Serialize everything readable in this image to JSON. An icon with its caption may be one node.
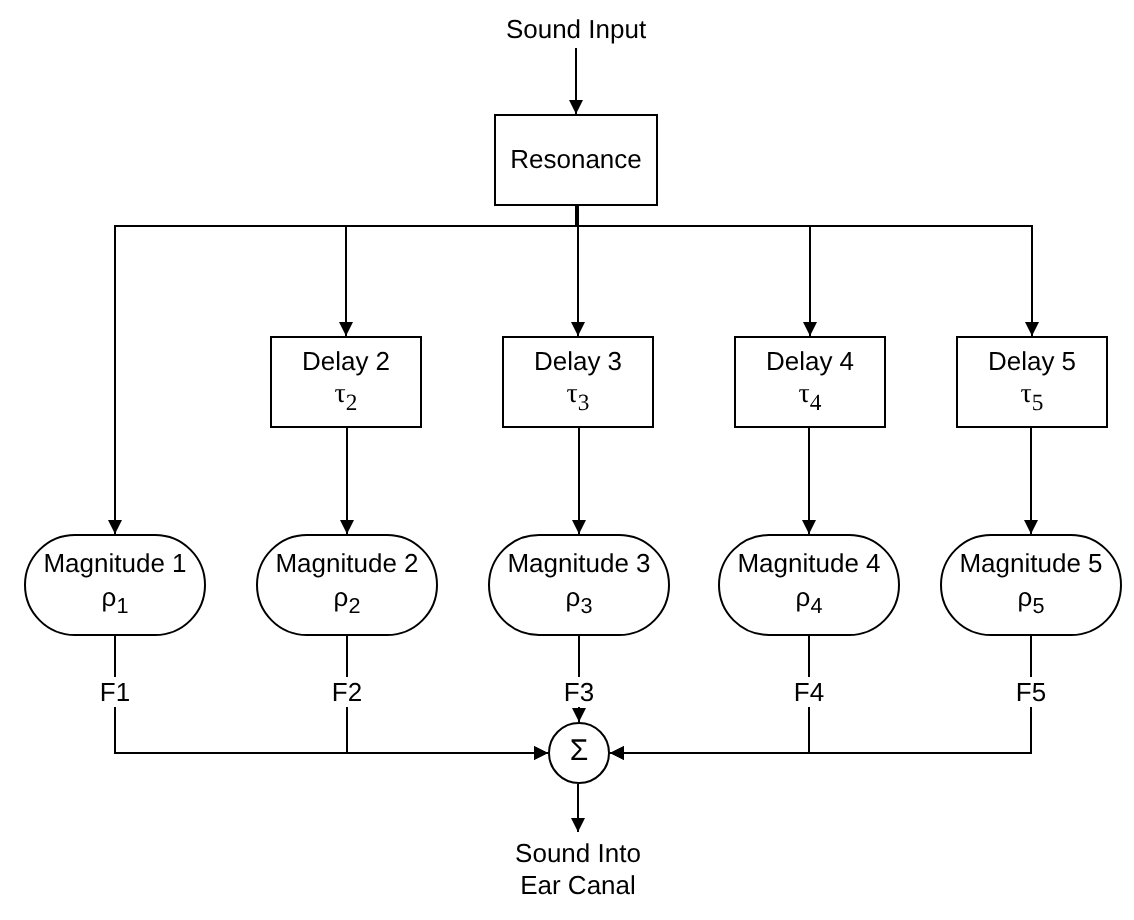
{
  "diagram": {
    "nodes": [
      {
        "text": [
          "Sound Input"
        ]
      },
      {
        "text": [
          "Resonance"
        ]
      },
      {
        "text": [
          "Delay 2",
          "τ$_{2}$"
        ]
      },
      {
        "text": [
          "Delay 3",
          "τ$_{3}$"
        ]
      },
      {
        "text": [
          "Delay 4",
          "τ$_{4}$"
        ]
      },
      {
        "text": [
          "Delay 5",
          "τ$_{5}$"
        ]
      },
      {
        "text": [
          "Magnitude 1",
          "ρ$_{1}$"
        ]
      },
      {
        "text": [
          "Magnitude 2",
          "ρ$_{2}$"
        ]
      },
      {
        "text": [
          "Magnitude 3",
          "ρ$_{3}$"
        ]
      },
      {
        "text": [
          "Magnitude 4",
          "ρ$_{4}$"
        ]
      },
      {
        "text": [
          "Magnitude 5",
          "ρ$_{5}$"
        ]
      },
      {
        "text": [
          "Σ"
        ]
      },
      {
        "text": [
          "Sound Into Ear Canal"
        ]
      }
    ],
    "edges": [
      {
        "from": 0,
        "to": 1,
        "arrow": "to"
      },
      {
        "from": 1,
        "to": 6,
        "arrow": "to"
      },
      {
        "from": 1,
        "to": 2,
        "arrow": "to"
      },
      {
        "from": 1,
        "to": 3,
        "arrow": "to"
      },
      {
        "from": 1,
        "to": 4,
        "arrow": "to"
      },
      {
        "from": 1,
        "to": 5,
        "arrow": "to"
      },
      {
        "from": 2,
        "to": 7,
        "arrow": "to"
      },
      {
        "from": 3,
        "to": 8,
        "arrow": "to"
      },
      {
        "from": 4,
        "to": 9,
        "arrow": "to"
      },
      {
        "from": 5,
        "to": 10,
        "arrow": "to"
      },
      {
        "from": 6,
        "to": 11,
        "arrow": "to",
        "label": "F1"
      },
      {
        "from": 7,
        "to": 11,
        "arrow": "to",
        "label": "F2"
      },
      {
        "from": 8,
        "to": 11,
        "arrow": "to",
        "label": "F3"
      },
      {
        "from": 9,
        "to": 11,
        "arrow": "to",
        "label": "F4"
      },
      {
        "from": 10,
        "to": 11,
        "arrow": "to",
        "label": "F5"
      },
      {
        "from": 11,
        "to": 12,
        "arrow": "to"
      }
    ]
  }
}
